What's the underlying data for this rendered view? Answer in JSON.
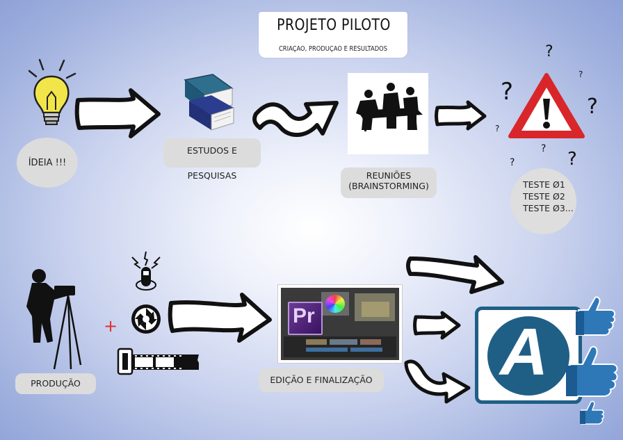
{
  "title": "PROJETO PILOTO",
  "subtitle": "CRIAÇÃO, PRODUÇÃO E RESULTADOS",
  "steps": {
    "ideia": "ÍDEIA !!!",
    "estudos": "ESTUDOS E PESQUISAS",
    "reunioes_line1": "REUNIÕES",
    "reunioes_line2": "(BRAINSTORMING)",
    "producao": "PRODUÇÃO",
    "edicao": "EDIÇÃO E FINALIZAÇÃO"
  },
  "tests": [
    "TESTE Ø1",
    "TESTE Ø2",
    "TESTE Ø3..."
  ],
  "premiere_logo_text": "Pr",
  "brand_logo_letter": "A",
  "plus_sign": "+",
  "colors": {
    "background_center": "#ffffff",
    "background_edge": "#8fa2d8",
    "warning_red": "#d8262b",
    "brand_blue": "#1f5f86",
    "like_blue": "#2f78b8",
    "premiere_purple": "#5b2a86"
  }
}
